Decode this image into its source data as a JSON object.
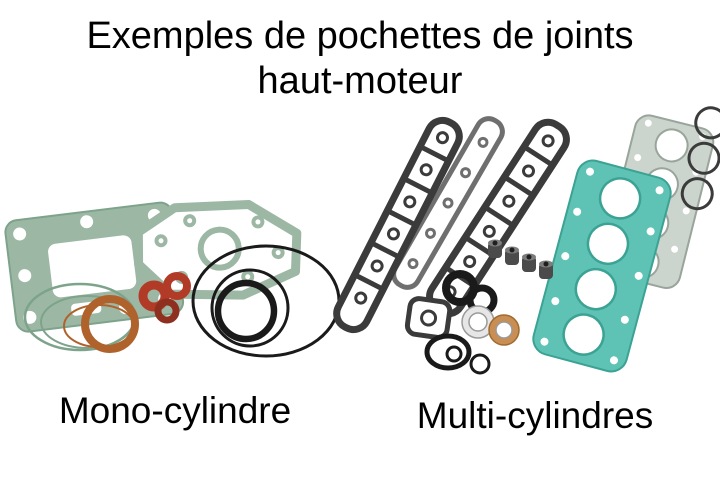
{
  "title": {
    "line1": "Exemples de pochettes de joints",
    "line2": "haut-moteur"
  },
  "figures": {
    "mono": {
      "label": "Mono-cylindre"
    },
    "multi": {
      "label": "Multi-cylindres"
    }
  },
  "colors": {
    "background": "#ffffff",
    "text": "#000000",
    "gasket_green": "#9cb8a4",
    "gasket_green_dark": "#7da38b",
    "gasket_teal": "#5ec3b5",
    "gasket_teal_dark": "#3ba294",
    "gasket_gray": "#ccd5cd",
    "gasket_gray_dark": "#99a49b",
    "gasket_dark": "#3b3b3b",
    "ring_copper": "#b0622d",
    "ring_red": "#b23b28",
    "ring_black": "#1a1a1a"
  }
}
